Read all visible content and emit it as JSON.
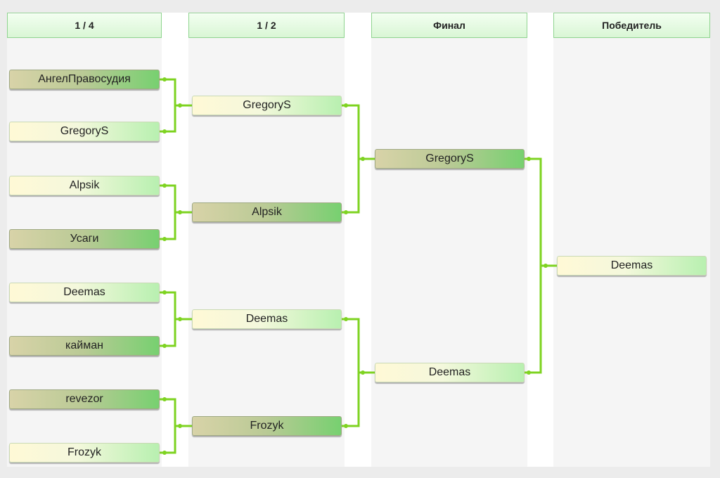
{
  "headers": {
    "quarter": "1 / 4",
    "semi": "1 / 2",
    "final": "Финал",
    "winner": "Победитель"
  },
  "quarter": [
    "АнгелПравосудия",
    "GregoryS",
    "Alpsik",
    "Усаги",
    "Deemas",
    "кайман",
    "revezor",
    "Frozyk"
  ],
  "semi": [
    "GregoryS",
    "Alpsik",
    "Deemas",
    "Frozyk"
  ],
  "final": [
    "GregoryS",
    "Deemas"
  ],
  "winner": "Deemas",
  "colors": {
    "connector": "#7ed321",
    "header_border": "#8fd48f"
  }
}
